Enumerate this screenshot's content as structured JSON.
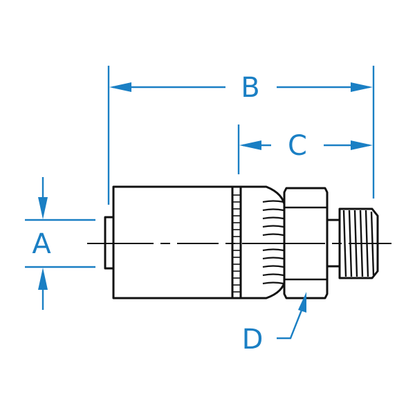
{
  "labels": {
    "a": "A",
    "b": "B",
    "c": "C",
    "d": "D"
  },
  "colors": {
    "dimension": "#1a7fc4",
    "outline": "#111111",
    "background": "#ffffff"
  }
}
